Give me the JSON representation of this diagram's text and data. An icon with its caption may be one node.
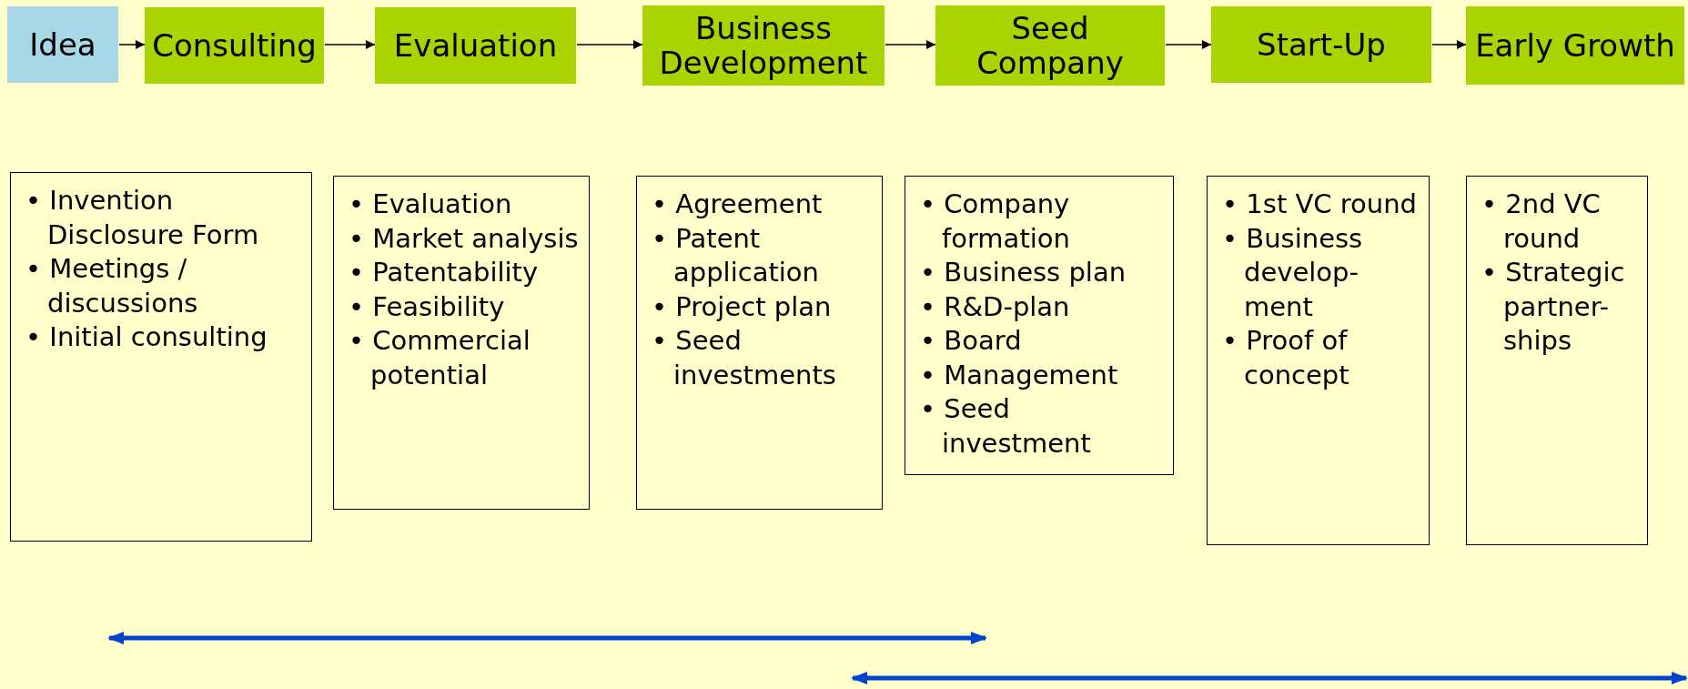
{
  "diagram": {
    "nodes": [
      {
        "text": [
          "Idea"
        ]
      },
      {
        "text": [
          "Consulting"
        ]
      },
      {
        "text": [
          "Evaluation"
        ]
      },
      {
        "text": [
          "Business Development"
        ]
      },
      {
        "text": [
          "Seed Company"
        ]
      },
      {
        "text": [
          "Start-Up"
        ]
      },
      {
        "text": [
          "Early Growth"
        ]
      },
      {
        "text": [
          "• Invention Disclosure Form",
          "• Meetings / discussions",
          "• Initial consulting"
        ]
      },
      {
        "text": [
          "• Evaluation",
          "• Market analysis",
          "• Patentability",
          "• Feasibility",
          "• Commercial potential"
        ]
      },
      {
        "text": [
          "• Agreement",
          "• Patent application",
          "• Project plan",
          "• Seed investments"
        ]
      },
      {
        "text": [
          "• Company formation",
          "• Business plan",
          "• R&D-plan",
          "• Board",
          "• Management",
          "• Seed investment"
        ]
      },
      {
        "text": [
          "• 1st VC round",
          "• Business develop-ment",
          "• Proof of concept"
        ]
      },
      {
        "text": [
          "• 2nd VC round",
          "• Strategic partner-ships"
        ]
      }
    ],
    "edges": [
      {
        "from": 0,
        "to": 1,
        "arrow": "to"
      },
      {
        "from": 1,
        "to": 2,
        "arrow": "to"
      },
      {
        "from": 2,
        "to": 3,
        "arrow": "to"
      },
      {
        "from": 3,
        "to": 4,
        "arrow": "to"
      },
      {
        "from": 4,
        "to": 5,
        "arrow": "to"
      },
      {
        "from": 5,
        "to": 6,
        "arrow": "to"
      }
    ]
  }
}
